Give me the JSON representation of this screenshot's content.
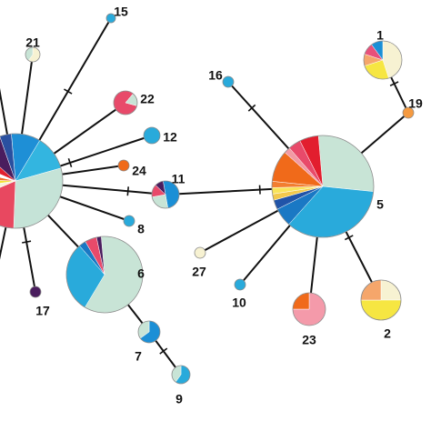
{
  "network": {
    "nodes": [
      {
        "id": "hubL",
        "label": "",
        "composition": [
          {
            "color": "#1e8fd6",
            "value": 10
          },
          {
            "color": "#33b5e0",
            "value": 12
          },
          {
            "color": "#c5e3d7",
            "value": 30
          },
          {
            "color": "#e84860",
            "value": 18
          },
          {
            "color": "#f7f0dc",
            "value": 4
          },
          {
            "color": "#f4e23a",
            "value": 3
          },
          {
            "color": "#f26a2a",
            "value": 3
          },
          {
            "color": "#ffffff",
            "value": 3
          },
          {
            "color": "#e21e2e",
            "value": 5
          },
          {
            "color": "#4a1d5e",
            "value": 8
          },
          {
            "color": "#2a50a0",
            "value": 4
          }
        ]
      },
      {
        "id": "n1",
        "label": "1",
        "composition": [
          {
            "color": "#f7f2d2",
            "value": 45
          },
          {
            "color": "#f6e642",
            "value": 25
          },
          {
            "color": "#f5a66b",
            "value": 10
          },
          {
            "color": "#e8507a",
            "value": 10
          },
          {
            "color": "#1b8fd6",
            "value": 10
          }
        ]
      },
      {
        "id": "n2",
        "label": "2",
        "composition": [
          {
            "color": "#f7f2d2",
            "value": 25
          },
          {
            "color": "#f6e642",
            "value": 50
          },
          {
            "color": "#f5a66b",
            "value": 25
          }
        ]
      },
      {
        "id": "n5",
        "label": "5",
        "composition": [
          {
            "color": "#c8e4d6",
            "value": 28
          },
          {
            "color": "#29aadb",
            "value": 35
          },
          {
            "color": "#1a78c4",
            "value": 6
          },
          {
            "color": "#2154a8",
            "value": 3
          },
          {
            "color": "#f2c94c",
            "value": 2
          },
          {
            "color": "#f8e45a",
            "value": 2
          },
          {
            "color": "#f27e30",
            "value": 2
          },
          {
            "color": "#f06a1a",
            "value": 10
          },
          {
            "color": "#f29aa4",
            "value": 2
          },
          {
            "color": "#e84a6a",
            "value": 4
          },
          {
            "color": "#e21e2e",
            "value": 6
          }
        ]
      },
      {
        "id": "n6",
        "label": "6",
        "composition": [
          {
            "color": "#c8e4d6",
            "value": 60
          },
          {
            "color": "#29aadb",
            "value": 30
          },
          {
            "color": "#1a78c4",
            "value": 3
          },
          {
            "color": "#e84a6a",
            "value": 5
          },
          {
            "color": "#4a1d5e",
            "value": 2
          }
        ]
      },
      {
        "id": "n7",
        "label": "7",
        "composition": [
          {
            "color": "#1b8fd6",
            "value": 65
          },
          {
            "color": "#c8e4d6",
            "value": 35
          }
        ]
      },
      {
        "id": "n8",
        "label": "8",
        "composition": [
          {
            "color": "#29aadb",
            "value": 100
          }
        ]
      },
      {
        "id": "n9",
        "label": "9",
        "composition": [
          {
            "color": "#29aadb",
            "value": 60
          },
          {
            "color": "#c8e4d6",
            "value": 40
          }
        ]
      },
      {
        "id": "n10",
        "label": "10",
        "composition": [
          {
            "color": "#29aadb",
            "value": 100
          }
        ]
      },
      {
        "id": "n11",
        "label": "11",
        "composition": [
          {
            "color": "#1b8fd6",
            "value": 50
          },
          {
            "color": "#c8e4d6",
            "value": 25
          },
          {
            "color": "#e84a6a",
            "value": 15
          },
          {
            "color": "#4a1d5e",
            "value": 10
          }
        ]
      },
      {
        "id": "n12",
        "label": "12",
        "composition": [
          {
            "color": "#29aadb",
            "value": 100
          }
        ]
      },
      {
        "id": "n15",
        "label": "15",
        "composition": [
          {
            "color": "#29aadb",
            "value": 100
          }
        ]
      },
      {
        "id": "n16",
        "label": "16",
        "composition": [
          {
            "color": "#29aadb",
            "value": 100
          }
        ]
      },
      {
        "id": "n17",
        "label": "17",
        "composition": [
          {
            "color": "#4a1d5e",
            "value": 100
          }
        ]
      },
      {
        "id": "n19",
        "label": "19",
        "composition": [
          {
            "color": "#f59a40",
            "value": 100
          }
        ]
      },
      {
        "id": "n21",
        "label": "21",
        "composition": [
          {
            "color": "#f7f2d2",
            "value": 60
          },
          {
            "color": "#c8e4d6",
            "value": 40
          }
        ]
      },
      {
        "id": "n22",
        "label": "22",
        "composition": [
          {
            "color": "#e84a6a",
            "value": 82
          },
          {
            "color": "#c8e4d6",
            "value": 18
          }
        ]
      },
      {
        "id": "n23",
        "label": "23",
        "composition": [
          {
            "color": "#f49aaa",
            "value": 75
          },
          {
            "color": "#f06a1a",
            "value": 25
          }
        ]
      },
      {
        "id": "n24",
        "label": "24",
        "composition": [
          {
            "color": "#f06a1a",
            "value": 100
          }
        ]
      },
      {
        "id": "n27",
        "label": "27",
        "composition": [
          {
            "color": "#f7f2d2",
            "value": 100
          }
        ]
      }
    ],
    "edges": [
      {
        "from": "hubL",
        "to": "n15",
        "mutations": 1
      },
      {
        "from": "hubL",
        "to": "n21",
        "mutations": 1
      },
      {
        "from": "hubL",
        "to": "n22",
        "mutations": 1
      },
      {
        "from": "hubL",
        "to": "n12",
        "mutations": 1
      },
      {
        "from": "hubL",
        "to": "n24",
        "mutations": 1
      },
      {
        "from": "hubL",
        "to": "n11",
        "mutations": 1
      },
      {
        "from": "hubL",
        "to": "n8",
        "mutations": 1
      },
      {
        "from": "hubL",
        "to": "n6",
        "mutations": 1
      },
      {
        "from": "hubL",
        "to": "n17",
        "mutations": 1
      },
      {
        "from": "hubL",
        "to": "offLeft1",
        "mutations": 0
      },
      {
        "from": "hubL",
        "to": "offLeft2",
        "mutations": 0
      },
      {
        "from": "n11",
        "to": "n5",
        "mutations": 1
      },
      {
        "from": "n5",
        "to": "n16",
        "mutations": 1
      },
      {
        "from": "n5",
        "to": "n19",
        "mutations": 1
      },
      {
        "from": "n19",
        "to": "n1",
        "mutations": 1
      },
      {
        "from": "n5",
        "to": "n27",
        "mutations": 1
      },
      {
        "from": "n5",
        "to": "n10",
        "mutations": 1
      },
      {
        "from": "n5",
        "to": "n23",
        "mutations": 1
      },
      {
        "from": "n5",
        "to": "n2",
        "mutations": 1
      },
      {
        "from": "n6",
        "to": "n7",
        "mutations": 1
      },
      {
        "from": "n7",
        "to": "n9",
        "mutations": 1
      }
    ]
  }
}
